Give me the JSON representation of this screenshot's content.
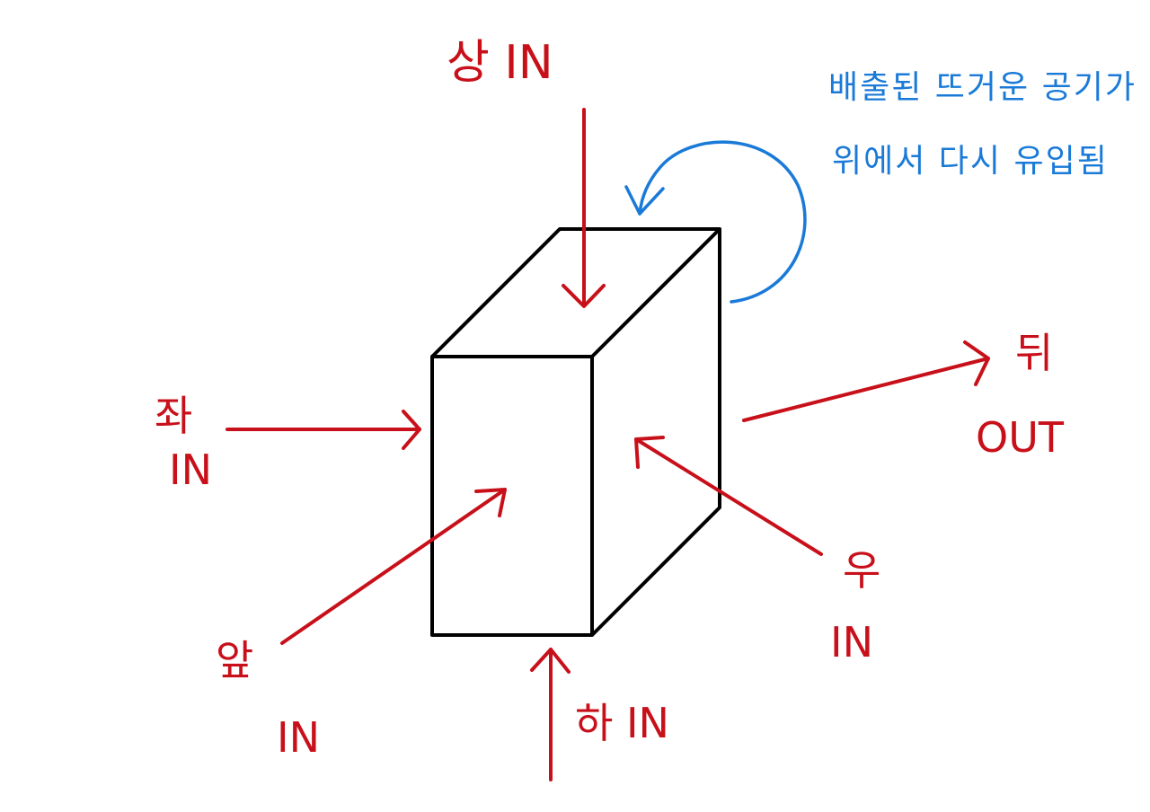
{
  "colors": {
    "inflow": "#c8101a",
    "note": "#1a7ad8",
    "box": "#000000",
    "background": "#ffffff"
  },
  "labels": {
    "top": "상 IN",
    "left_top": "좌",
    "left_bottom": "IN",
    "front_top": "앞",
    "front_bottom": "IN",
    "bottom": "하 IN",
    "right_top": "우",
    "right_bottom": "IN",
    "back_top": "뒤",
    "back_bottom": "OUT"
  },
  "note": {
    "line1": "배출된 뜨거운 공기가",
    "line2": "위에서 다시 유입됨"
  },
  "arrows": [
    {
      "name": "top-in",
      "direction": "down"
    },
    {
      "name": "left-in",
      "direction": "right"
    },
    {
      "name": "front-in",
      "direction": "up-right"
    },
    {
      "name": "bottom-in",
      "direction": "up"
    },
    {
      "name": "right-in",
      "direction": "up-left"
    },
    {
      "name": "back-out",
      "direction": "right"
    },
    {
      "name": "recirculation",
      "direction": "curved-back-to-top"
    }
  ]
}
